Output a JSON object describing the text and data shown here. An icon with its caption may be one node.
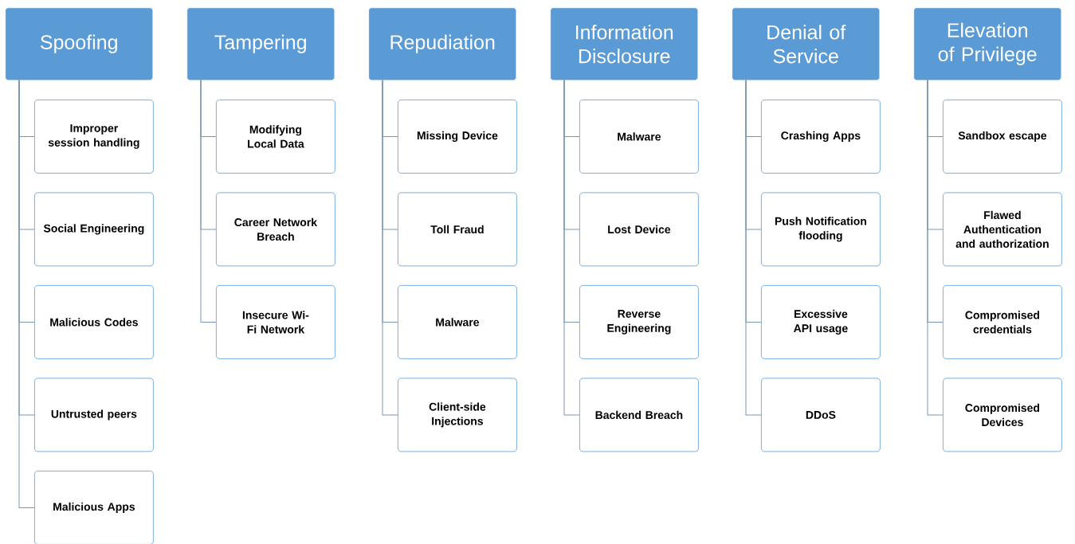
{
  "diagram": {
    "nodes": [
      {
        "text": [
          "Spoofing"
        ]
      },
      {
        "text": [
          "Improper session handling"
        ]
      },
      {
        "text": [
          "Social Engineering"
        ]
      },
      {
        "text": [
          "Malicious Codes"
        ]
      },
      {
        "text": [
          "Untrusted peers"
        ]
      },
      {
        "text": [
          "Malicious Apps"
        ]
      },
      {
        "text": [
          "Tampering"
        ]
      },
      {
        "text": [
          "Modifying Local Data"
        ]
      },
      {
        "text": [
          "Career Network Breach"
        ]
      },
      {
        "text": [
          "Insecure Wi-Fi Network"
        ]
      },
      {
        "text": [
          "Repudiation"
        ]
      },
      {
        "text": [
          "Missing Device"
        ]
      },
      {
        "text": [
          "Toll Fraud"
        ]
      },
      {
        "text": [
          "Malware"
        ]
      },
      {
        "text": [
          "Client-side Injections"
        ]
      },
      {
        "text": [
          "Information Disclosure"
        ]
      },
      {
        "text": [
          "Malware"
        ]
      },
      {
        "text": [
          "Lost Device"
        ]
      },
      {
        "text": [
          "Reverse Engineering"
        ]
      },
      {
        "text": [
          "Backend Breach"
        ]
      },
      {
        "text": [
          "Denial of Service"
        ]
      },
      {
        "text": [
          "Crashing Apps"
        ]
      },
      {
        "text": [
          "Push Notification flooding"
        ]
      },
      {
        "text": [
          "Excessive API usage"
        ]
      },
      {
        "text": [
          "DDoS"
        ]
      },
      {
        "text": [
          "Elevation of Privilege"
        ]
      },
      {
        "text": [
          "Sandbox escape"
        ]
      },
      {
        "text": [
          "Flawed Authentication and authorization"
        ]
      },
      {
        "text": [
          "Compromised credentials"
        ]
      },
      {
        "text": [
          "Compromised Devices"
        ]
      }
    ],
    "edges": [
      {
        "from": 0,
        "to": 1,
        "arrow": "none"
      },
      {
        "from": 0,
        "to": 2,
        "arrow": "none"
      },
      {
        "from": 0,
        "to": 3,
        "arrow": "none"
      },
      {
        "from": 0,
        "to": 4,
        "arrow": "none"
      },
      {
        "from": 0,
        "to": 5,
        "arrow": "none"
      },
      {
        "from": 6,
        "to": 7,
        "arrow": "none"
      },
      {
        "from": 6,
        "to": 8,
        "arrow": "none"
      },
      {
        "from": 6,
        "to": 9,
        "arrow": "none"
      },
      {
        "from": 10,
        "to": 11,
        "arrow": "none"
      },
      {
        "from": 10,
        "to": 12,
        "arrow": "none"
      },
      {
        "from": 10,
        "to": 13,
        "arrow": "none"
      },
      {
        "from": 10,
        "to": 14,
        "arrow": "none"
      },
      {
        "from": 15,
        "to": 16,
        "arrow": "none"
      },
      {
        "from": 15,
        "to": 17,
        "arrow": "none"
      },
      {
        "from": 15,
        "to": 18,
        "arrow": "none"
      },
      {
        "from": 15,
        "to": 19,
        "arrow": "none"
      },
      {
        "from": 20,
        "to": 21,
        "arrow": "none"
      },
      {
        "from": 20,
        "to": 22,
        "arrow": "none"
      },
      {
        "from": 20,
        "to": 23,
        "arrow": "none"
      },
      {
        "from": 20,
        "to": 24,
        "arrow": "none"
      },
      {
        "from": 25,
        "to": 26,
        "arrow": "none"
      },
      {
        "from": 25,
        "to": 27,
        "arrow": "none"
      },
      {
        "from": 25,
        "to": 28,
        "arrow": "none"
      },
      {
        "from": 25,
        "to": 29,
        "arrow": "none"
      }
    ]
  }
}
